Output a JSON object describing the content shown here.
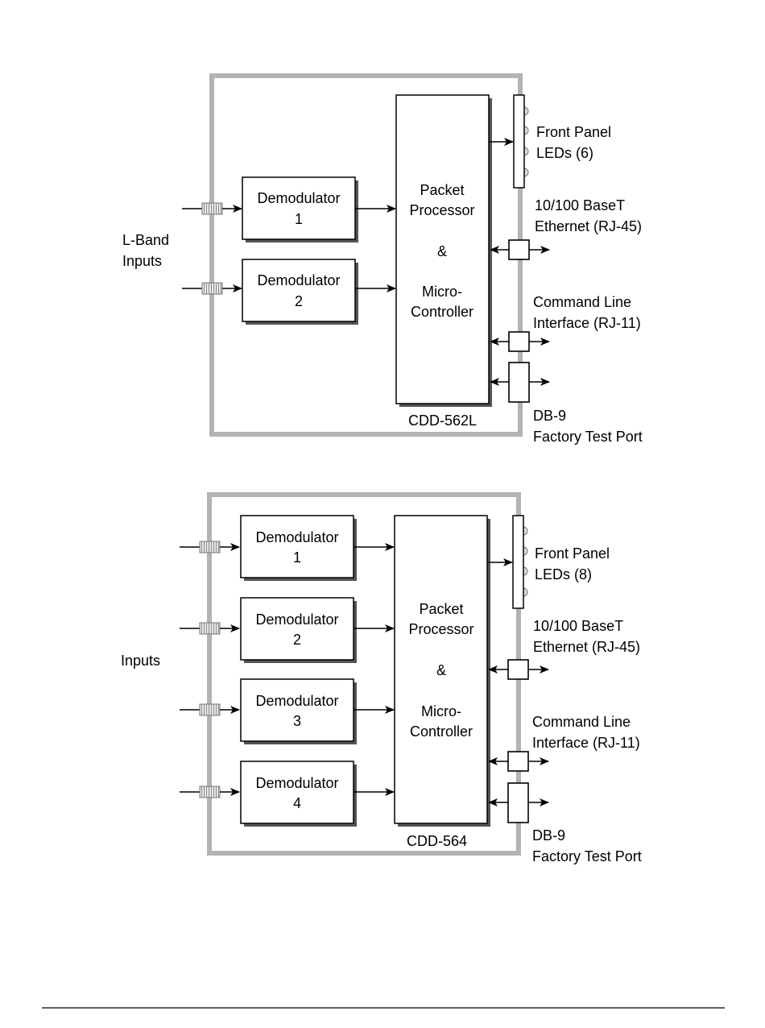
{
  "diagram_top": {
    "model": "CDD-562L",
    "inputs_label": [
      "L-Band",
      "Inputs"
    ],
    "demodulators": [
      {
        "line1": "Demodulator",
        "line2": "1"
      },
      {
        "line1": "Demodulator",
        "line2": "2"
      }
    ],
    "processor": [
      "Packet",
      "Processor",
      "&",
      "Micro-",
      "Controller"
    ],
    "front_panel": [
      "Front Panel",
      "LEDs (6)"
    ],
    "ethernet": [
      "10/100 BaseT",
      "Ethernet (RJ-45)"
    ],
    "cli": [
      "Command Line",
      "Interface (RJ-11)"
    ],
    "db9": [
      "DB-9",
      "Factory Test Port"
    ]
  },
  "diagram_bottom": {
    "model": "CDD-564",
    "inputs_label": [
      "Inputs"
    ],
    "demodulators": [
      {
        "line1": "Demodulator",
        "line2": "1"
      },
      {
        "line1": "Demodulator",
        "line2": "2"
      },
      {
        "line1": "Demodulator",
        "line2": "3"
      },
      {
        "line1": "Demodulator",
        "line2": "4"
      }
    ],
    "processor": [
      "Packet",
      "Processor",
      "&",
      "Micro-",
      "Controller"
    ],
    "front_panel": [
      "Front Panel",
      "LEDs (8)"
    ],
    "ethernet": [
      "10/100 BaseT",
      "Ethernet (RJ-45)"
    ],
    "cli": [
      "Command Line",
      "Interface (RJ-11)"
    ],
    "db9": [
      "DB-9",
      "Factory Test Port"
    ]
  }
}
